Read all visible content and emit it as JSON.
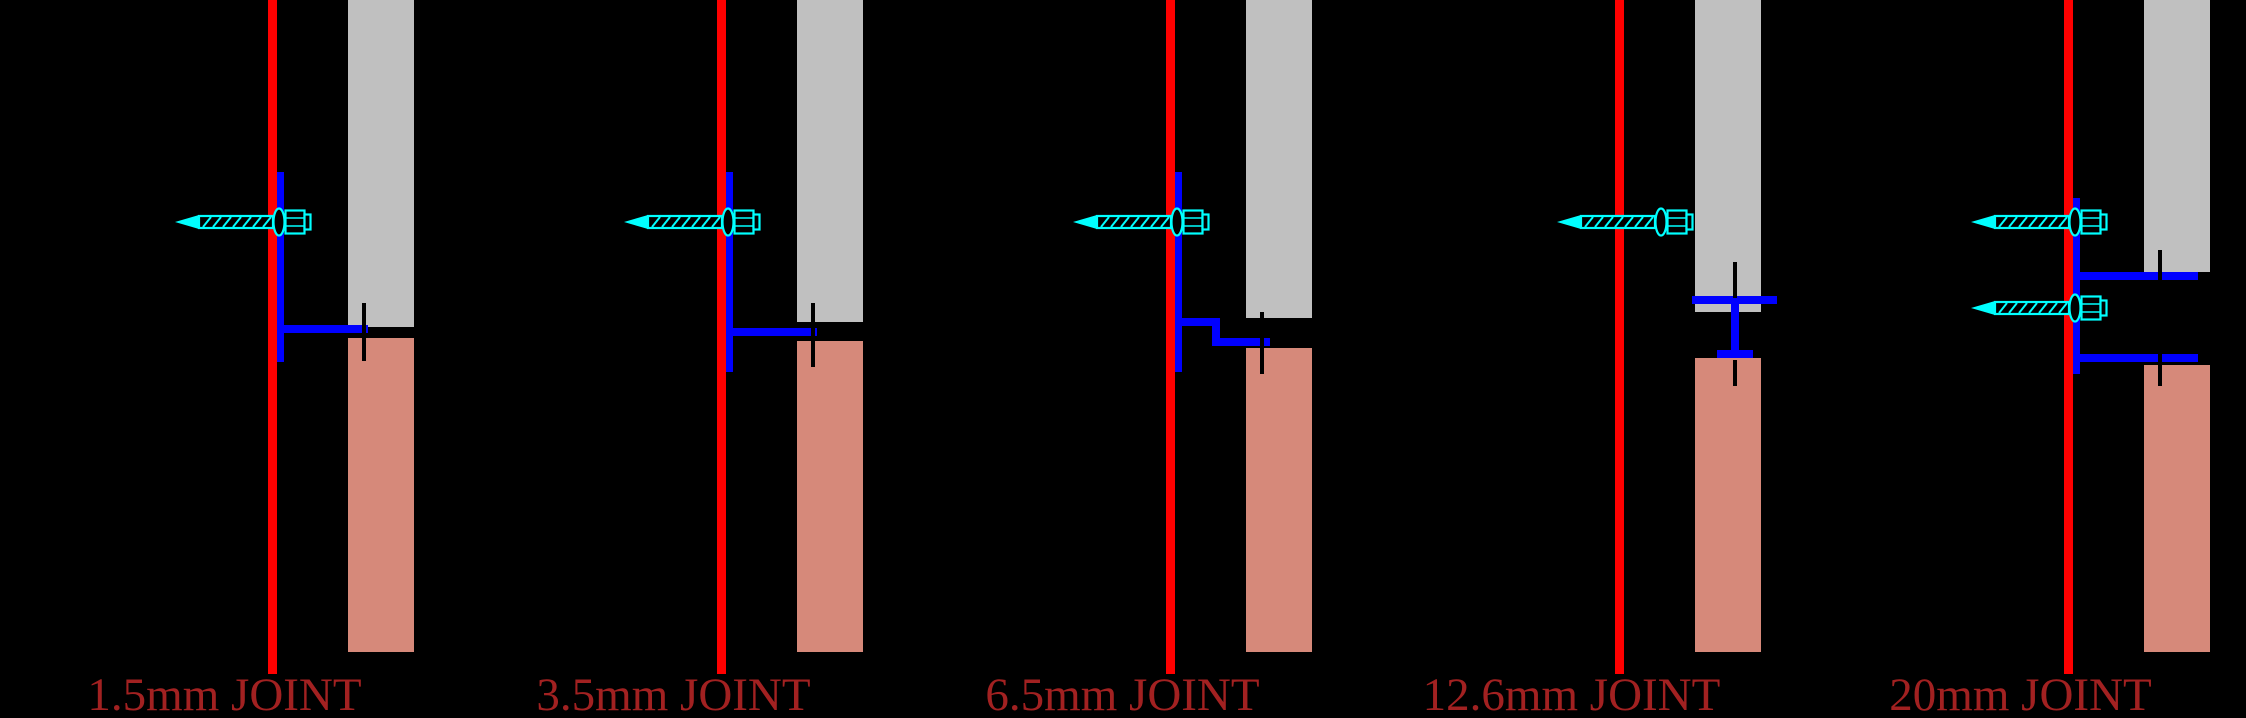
{
  "figure": {
    "panels": [
      {
        "joint_mm": 1.5,
        "label": "1.5mm JOINT"
      },
      {
        "joint_mm": 3.5,
        "label": "3.5mm JOINT"
      },
      {
        "joint_mm": 6.5,
        "label": "6.5mm JOINT"
      },
      {
        "joint_mm": 12.6,
        "label": "12.6mm JOINT"
      },
      {
        "joint_mm": 20,
        "label": "20mm JOINT"
      }
    ],
    "colors": {
      "background": "#000000",
      "mullion_red": "#FF0000",
      "upper_panel_gray": "#C0C0C0",
      "lower_panel_salmon": "#D6897A",
      "clip_blue": "#0000FF",
      "screw_cyan": "#00FFFF",
      "label_red": "#A22121",
      "edge_black": "#000000"
    }
  }
}
